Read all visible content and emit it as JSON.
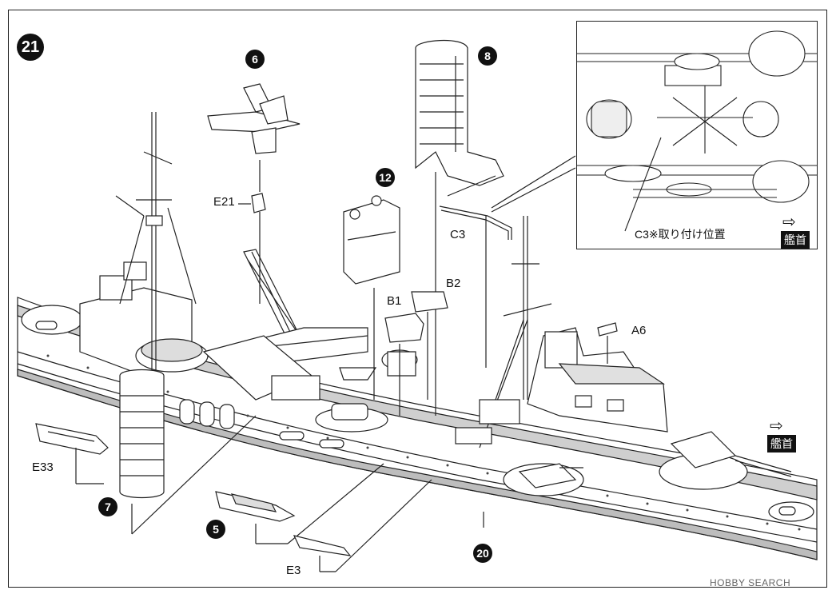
{
  "step": {
    "number": "21"
  },
  "subassemblies": [
    {
      "id": "aircraft",
      "number": "6"
    },
    {
      "id": "funnel-fore",
      "number": "8"
    },
    {
      "id": "director-platform",
      "number": "12"
    },
    {
      "id": "funnel-aft",
      "number": "7"
    },
    {
      "id": "boat-large",
      "number": "5"
    },
    {
      "id": "hull-assembly",
      "number": "20"
    }
  ],
  "part_labels": {
    "e21": "E21",
    "c3": "C3",
    "b1": "B1",
    "b2": "B2",
    "a6": "A6",
    "e33": "E33",
    "e3": "E3"
  },
  "inset": {
    "note": "C3※取り付け位置",
    "bow_label": "艦首"
  },
  "main_bow_label": "艦首",
  "watermark": "HOBBY SEARCH"
}
